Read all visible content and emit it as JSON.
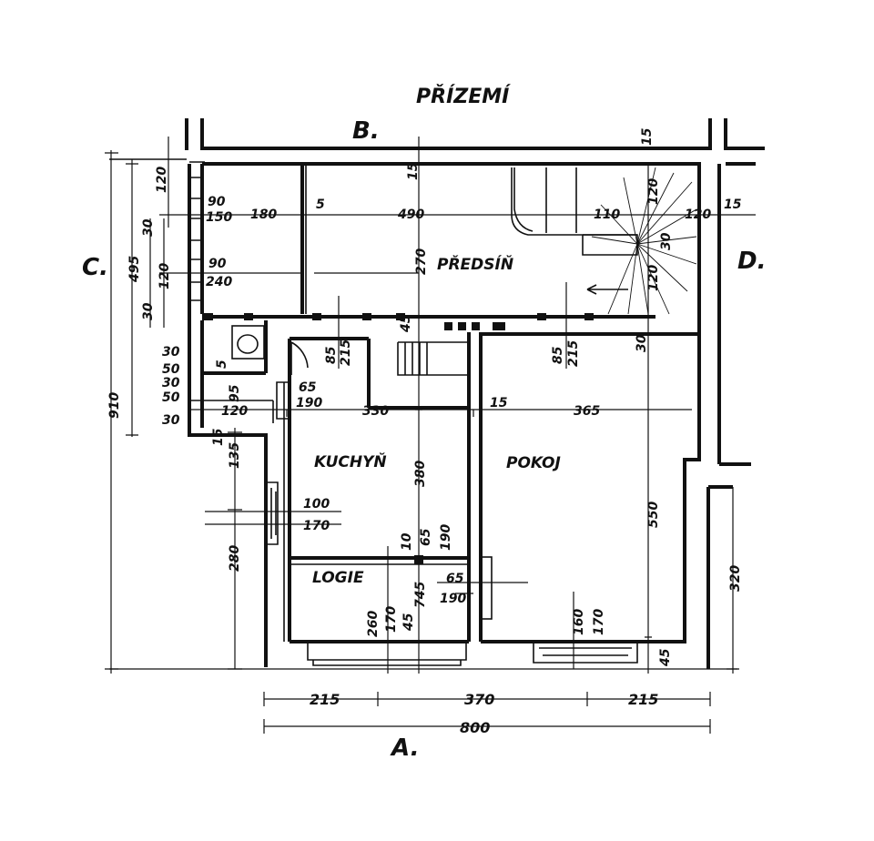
{
  "title": "PŘÍZEMÍ",
  "sides": {
    "a": "A.",
    "b": "B.",
    "c": "C.",
    "d": "D."
  },
  "rooms": {
    "predsin": "PŘEDSÍŇ",
    "kuchyn": "KUCHYŇ",
    "pokoj": "POKOJ",
    "logie": "LOGIE"
  },
  "dims": {
    "top_15_right": "15",
    "top_15_mid": "15",
    "d_15": "15",
    "w90a": "90",
    "w150": "150",
    "w180": "180",
    "w5a": "5",
    "w490": "490",
    "w110": "110",
    "w120_stair_top": "120",
    "w120_stair_mid": "120",
    "w120_stair_low": "120",
    "w30_stair": "30",
    "w90b": "90",
    "w240": "240",
    "h270": "270",
    "left_120_top": "120",
    "left_495": "495",
    "left_30a": "30",
    "left_120_mid": "120",
    "left_30b": "30",
    "left_910": "910",
    "wc_30a": "30",
    "wc_50a": "50",
    "wc_5": "5",
    "wc_30b": "30",
    "wc_95": "95",
    "wc_50b": "50",
    "wc_30c": "30",
    "wc_120": "120",
    "d65a": "65",
    "d190a": "190",
    "d45_top": "45",
    "d85a": "85",
    "d215a": "215",
    "d85b": "85",
    "d215b": "215",
    "d30_right": "30",
    "w330": "330",
    "w15_mid": "15",
    "w365": "365",
    "left_15": "15",
    "left_135": "135",
    "w100": "100",
    "w170a": "170",
    "h380": "380",
    "left_280": "280",
    "d10": "10",
    "d65b": "65",
    "d190b": "190",
    "h550": "550",
    "d65c": "65",
    "d190c": "190",
    "h745": "745",
    "d260": "260",
    "d170b": "170",
    "d45_logie": "45",
    "d160": "160",
    "d170c": "170",
    "d45_right": "45",
    "right_320": "320",
    "b215a": "215",
    "b370": "370",
    "b215b": "215",
    "b800": "800"
  }
}
